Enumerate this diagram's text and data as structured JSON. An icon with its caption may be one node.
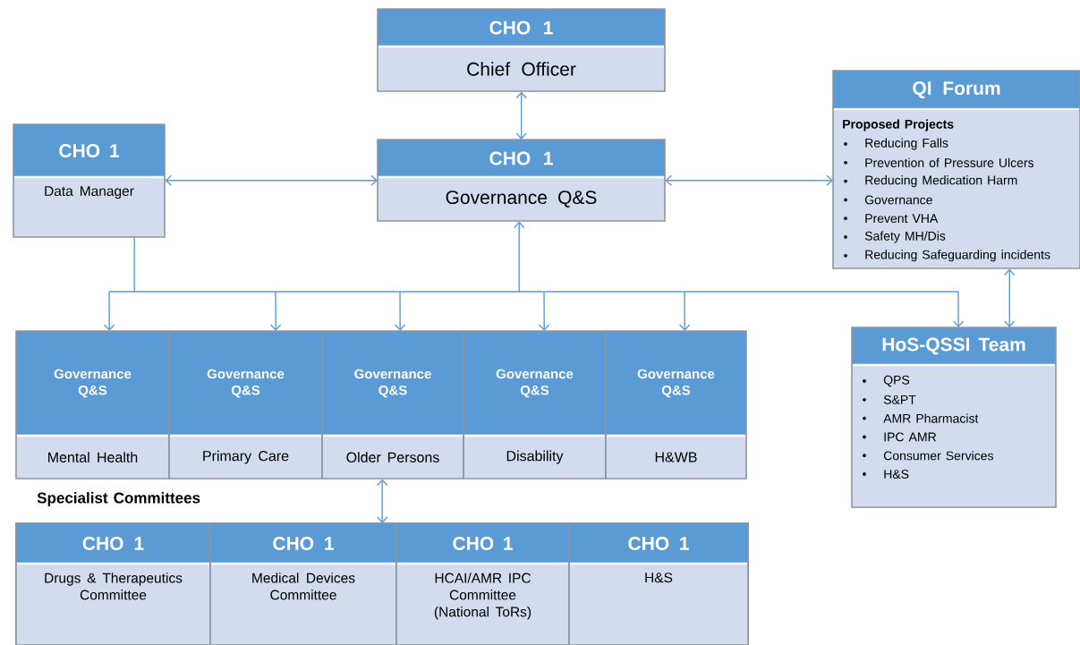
{
  "diagram": {
    "nodes": [
      {
        "text": [
          "CHO 1",
          "Chief Officer"
        ]
      },
      {
        "text": [
          "CHO 1",
          "Data Manager"
        ]
      },
      {
        "text": [
          "CHO 1",
          "Governance Q&S"
        ]
      },
      {
        "text": [
          "QI Forum",
          "Proposed Projects",
          "Reducing Falls",
          "Prevention of Pressure Ulcers",
          "Reducing Medication Harm",
          "Governance",
          "Prevent VHA",
          "Safety MH/Dis",
          "Reducing Safeguarding incidents"
        ]
      },
      {
        "text": [
          "Governance Q&S",
          "Mental Health"
        ]
      },
      {
        "text": [
          "Governance Q&S",
          "Primary Care"
        ]
      },
      {
        "text": [
          "Governance Q&S",
          "Older Persons"
        ]
      },
      {
        "text": [
          "Governance Q&S",
          "Disability"
        ]
      },
      {
        "text": [
          "Governance Q&S",
          "H&WB"
        ]
      },
      {
        "text": [
          "HoS-QSSI Team",
          "QPS",
          "S&PT",
          "AMR Pharmacist",
          "IPC AMR",
          "Consumer Services",
          "H&S"
        ]
      },
      {
        "text": [
          "Specialist Committees"
        ]
      },
      {
        "text": [
          "CHO 1",
          "Drugs & Therapeutics Committee"
        ],
        "in": 10
      },
      {
        "text": [
          "CHO 1",
          "Medical Devices Committee"
        ],
        "in": 10
      },
      {
        "text": [
          "CHO 1",
          "HCAI/AMR IPC Committee (National ToRs)"
        ],
        "in": 10
      },
      {
        "text": [
          "CHO 1",
          "H&S"
        ],
        "in": 10
      }
    ],
    "edges": [
      {
        "from": 0,
        "to": 2,
        "arrow": "both"
      },
      {
        "from": 1,
        "to": 2,
        "arrow": "both"
      },
      {
        "from": 2,
        "to": 3,
        "arrow": "both"
      },
      {
        "from": 1,
        "to": 4,
        "arrow": "to"
      },
      {
        "from": 1,
        "to": 5,
        "arrow": "to"
      },
      {
        "from": 1,
        "to": 6,
        "arrow": "to"
      },
      {
        "from": 1,
        "to": 7,
        "arrow": "to"
      },
      {
        "from": 1,
        "to": 8,
        "arrow": "to"
      },
      {
        "from": 1,
        "to": 9,
        "arrow": "to"
      },
      {
        "from": 2,
        "to": 4,
        "arrow": "both"
      },
      {
        "from": 2,
        "to": 5,
        "arrow": "both"
      },
      {
        "from": 2,
        "to": 6,
        "arrow": "both"
      },
      {
        "from": 2,
        "to": 7,
        "arrow": "both"
      },
      {
        "from": 2,
        "to": 8,
        "arrow": "both"
      },
      {
        "from": 2,
        "to": 9,
        "arrow": "both"
      },
      {
        "from": 3,
        "to": 9,
        "arrow": "both"
      },
      {
        "from": 6,
        "to": 10,
        "arrow": "both"
      }
    ]
  }
}
